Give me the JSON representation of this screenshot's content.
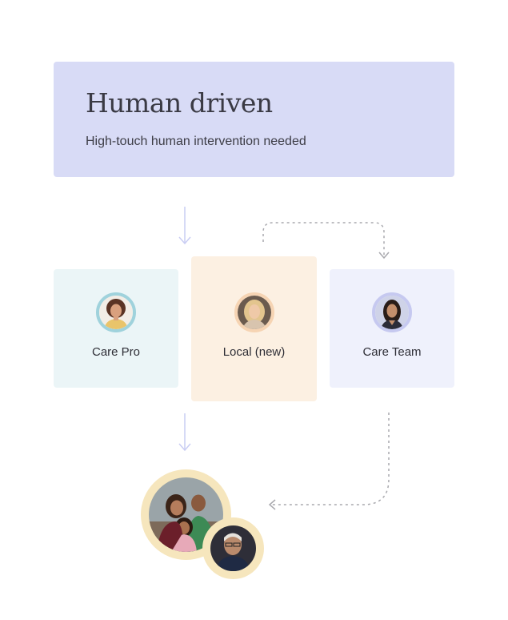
{
  "header": {
    "title": "Human driven",
    "subtitle": "High-touch human intervention needed"
  },
  "roles": [
    {
      "label": "Care Pro"
    },
    {
      "label": "Local (new)"
    },
    {
      "label": "Care Team"
    }
  ],
  "colors": {
    "header_bg": "#d8dbf6",
    "care_pro_bg": "#ebf5f7",
    "care_pro_ring": "#9fd2dc",
    "local_bg": "#fcf0e2",
    "local_ring": "#f6d4b3",
    "care_team_bg": "#eff1fc",
    "care_team_ring": "#c6c9f0",
    "solid_arrow": "#c9cdf3",
    "dashed_arrow": "#a9a9ae",
    "client_ring": "#f6e6bd"
  },
  "icons": [
    "down-arrow-icon",
    "dashed-arrow-icon"
  ]
}
